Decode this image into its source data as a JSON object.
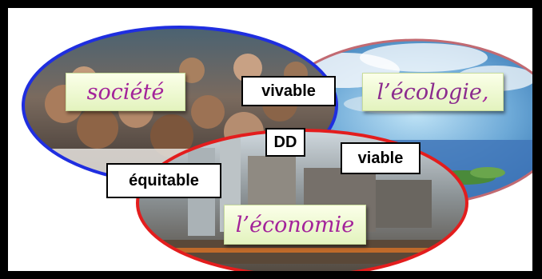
{
  "spheres": {
    "society": {
      "label": "société",
      "ring_color": "#2222cc"
    },
    "ecology": {
      "label": "l’écologie",
      "suffix": ",",
      "ring_color": "#c26a72"
    },
    "economy": {
      "label": "l’économie",
      "ring_color": "#e31d1d"
    }
  },
  "qualities": {
    "vivable": "vivable",
    "viable": "viable",
    "equitable": "équitable",
    "center": "DD"
  },
  "colors": {
    "frame": "#000000",
    "label_text": "#a3239a",
    "label_fill": "#eef8d2"
  }
}
